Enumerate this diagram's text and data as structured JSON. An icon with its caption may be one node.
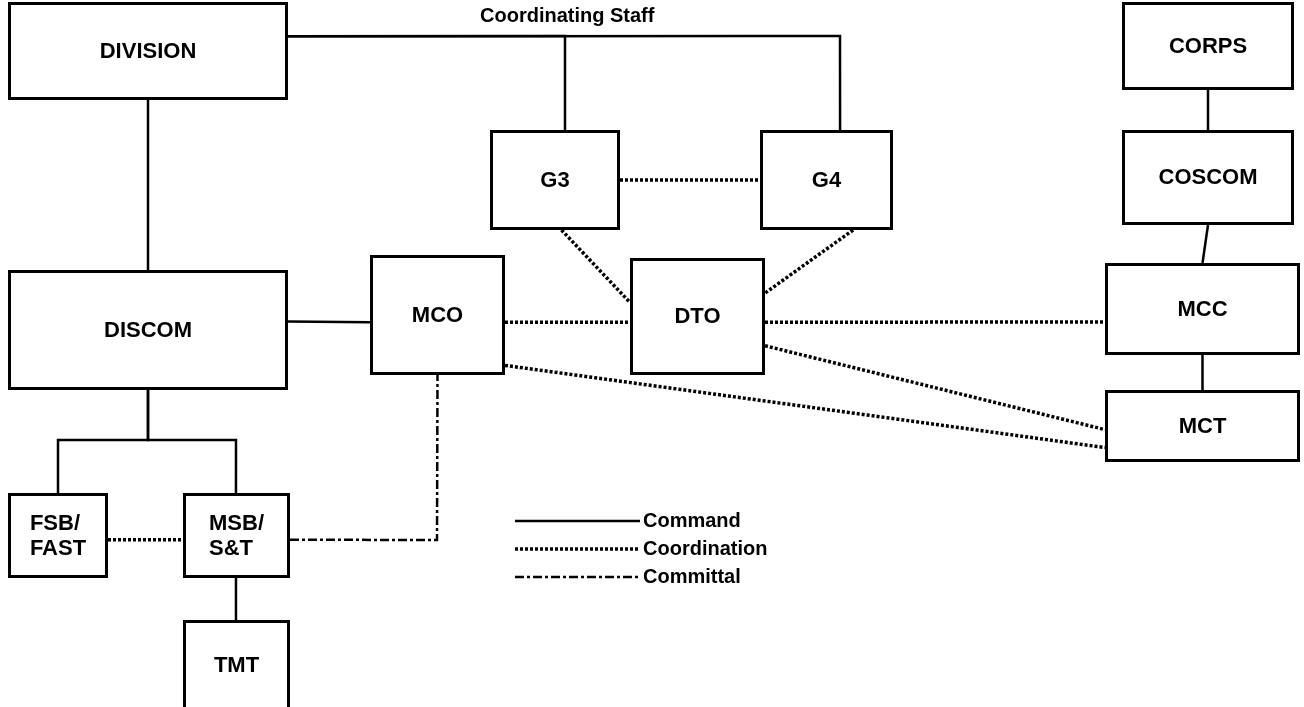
{
  "diagram": {
    "nodes": [
      {
        "text": [
          "DIVISION"
        ]
      },
      {
        "text": [
          "G3"
        ]
      },
      {
        "text": [
          "G4"
        ]
      },
      {
        "text": [
          "CORPS"
        ]
      },
      {
        "text": [
          "COSCOM"
        ]
      },
      {
        "text": [
          "DISCOM"
        ]
      },
      {
        "text": [
          "MCO"
        ]
      },
      {
        "text": [
          "DTO"
        ]
      },
      {
        "text": [
          "MCC"
        ]
      },
      {
        "text": [
          "MCT"
        ]
      },
      {
        "text": [
          "FSB/ FAST"
        ]
      },
      {
        "text": [
          "MSB/ S&T"
        ]
      },
      {
        "text": [
          "TMT"
        ]
      }
    ],
    "edges": [
      {
        "from": 0,
        "to": 1,
        "arrow": "none"
      },
      {
        "from": 0,
        "to": 2,
        "arrow": "none"
      },
      {
        "from": 0,
        "to": 5,
        "arrow": "none"
      },
      {
        "from": 5,
        "to": 6,
        "arrow": "none"
      },
      {
        "from": 5,
        "to": 10,
        "arrow": "none"
      },
      {
        "from": 5,
        "to": 11,
        "arrow": "none"
      },
      {
        "from": 11,
        "to": 12,
        "arrow": "none"
      },
      {
        "from": 3,
        "to": 4,
        "arrow": "none"
      },
      {
        "from": 4,
        "to": 8,
        "arrow": "none"
      },
      {
        "from": 8,
        "to": 9,
        "arrow": "none"
      },
      {
        "from": 1,
        "to": 2,
        "arrow": "none",
        "style": "dashed"
      },
      {
        "from": 1,
        "to": 7,
        "arrow": "none",
        "style": "dashed"
      },
      {
        "from": 2,
        "to": 7,
        "arrow": "none",
        "style": "dashed"
      },
      {
        "from": 6,
        "to": 7,
        "arrow": "none",
        "style": "dashed"
      },
      {
        "from": 7,
        "to": 8,
        "arrow": "none",
        "style": "dashed"
      },
      {
        "from": 7,
        "to": 9,
        "arrow": "none",
        "style": "dashed"
      },
      {
        "from": 6,
        "to": 9,
        "arrow": "none",
        "style": "dashed"
      },
      {
        "from": 10,
        "to": 11,
        "arrow": "none",
        "style": "dashed"
      },
      {
        "from": 11,
        "to": 6,
        "arrow": "none",
        "style": "dashed"
      }
    ],
    "labels": [
      "Coordinating Staff"
    ],
    "legend": [
      {
        "text": "Command"
      },
      {
        "text": "Coordination"
      },
      {
        "text": "Committal"
      }
    ]
  }
}
